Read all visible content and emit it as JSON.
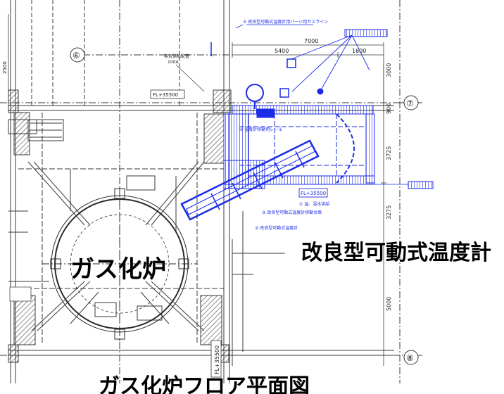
{
  "labels": {
    "furnace": "ガス化炉",
    "thermometer": "改良型可動式温度計",
    "caption": "ガス化炉フロア平面図"
  },
  "dimensions": {
    "d7000": "7000",
    "d5400": "5400",
    "d1600": "1600",
    "d3000": "3000",
    "d900": "900",
    "d3725": "3725",
    "d3275": "3275",
    "d5000": "5000",
    "d2500": "2500"
  },
  "floor_levels": {
    "fl_top": "FL+35500",
    "fl_blue": "FL+35500",
    "fl_vertical": "FL+35500"
  },
  "grid_marks": {
    "g1": "⑥",
    "g2": "⑦",
    "g3": "⑧"
  },
  "pipe_note": {
    "line1": "蒸気供給配管",
    "line2": "100A"
  },
  "numbered_notes": {
    "n1": "① 温、湿水供給",
    "n2": "② 改良型可動式温度計",
    "n3": "③ 改良型可動式温度計移動台車",
    "n4": "④ 温度計移動用レール",
    "n5": "⑤ 改良型可動式温度計用パージ用ガスライン"
  },
  "colors": {
    "blue": "#1b2be8",
    "line": "#3a3a3a",
    "hatch": "#555555"
  }
}
